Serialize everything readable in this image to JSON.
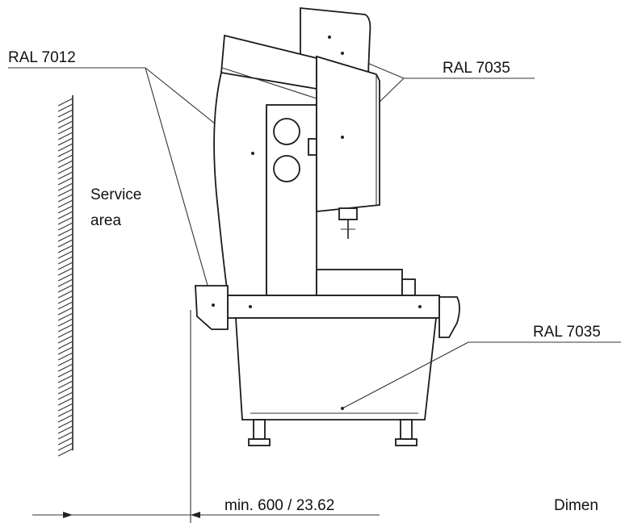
{
  "labels": {
    "ral_top_left": "RAL 7012",
    "ral_top_right": "RAL 7035",
    "ral_bottom_right": "RAL 7035",
    "service_line1": "Service",
    "service_line2": "area",
    "dimension_min": "min. 600 / 23.62",
    "dimension_caption": "Dimen"
  }
}
